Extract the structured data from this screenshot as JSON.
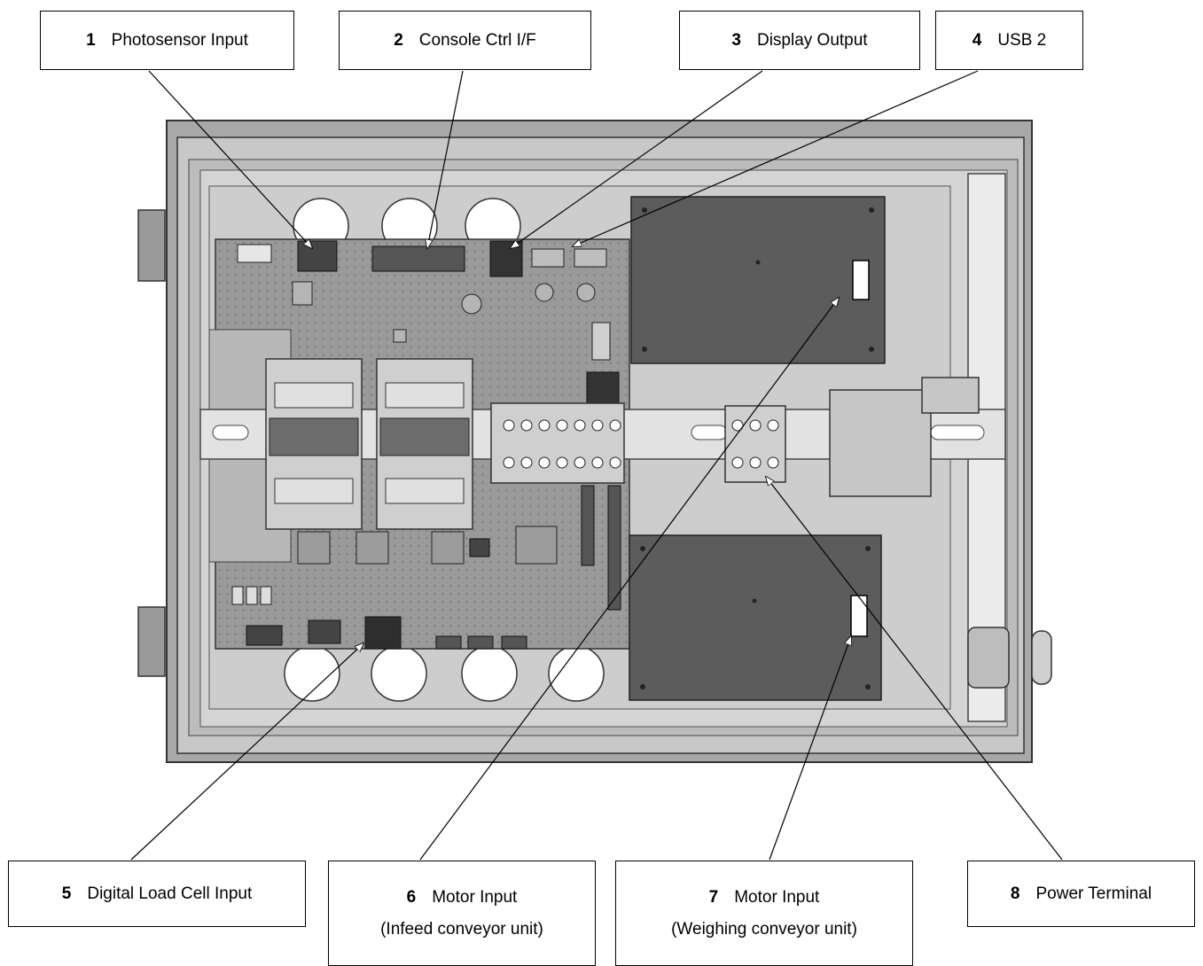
{
  "callouts": [
    {
      "id": "photosensor",
      "num": "1",
      "label": "Photosensor Input"
    },
    {
      "id": "console",
      "num": "2",
      "label": "Console Ctrl I/F"
    },
    {
      "id": "display",
      "num": "3",
      "label": "Display Output"
    },
    {
      "id": "usb2",
      "num": "4",
      "label": "USB 2"
    },
    {
      "id": "loadcell",
      "num": "5",
      "label": "Digital Load Cell Input"
    },
    {
      "id": "motor-infeed",
      "num": "6",
      "label": "Motor Input",
      "sub": "(Infeed conveyor unit)"
    },
    {
      "id": "motor-weighing",
      "num": "7",
      "label": "Motor Input",
      "sub": "(Weighing conveyor unit)"
    },
    {
      "id": "power",
      "num": "8",
      "label": "Power Terminal"
    }
  ]
}
